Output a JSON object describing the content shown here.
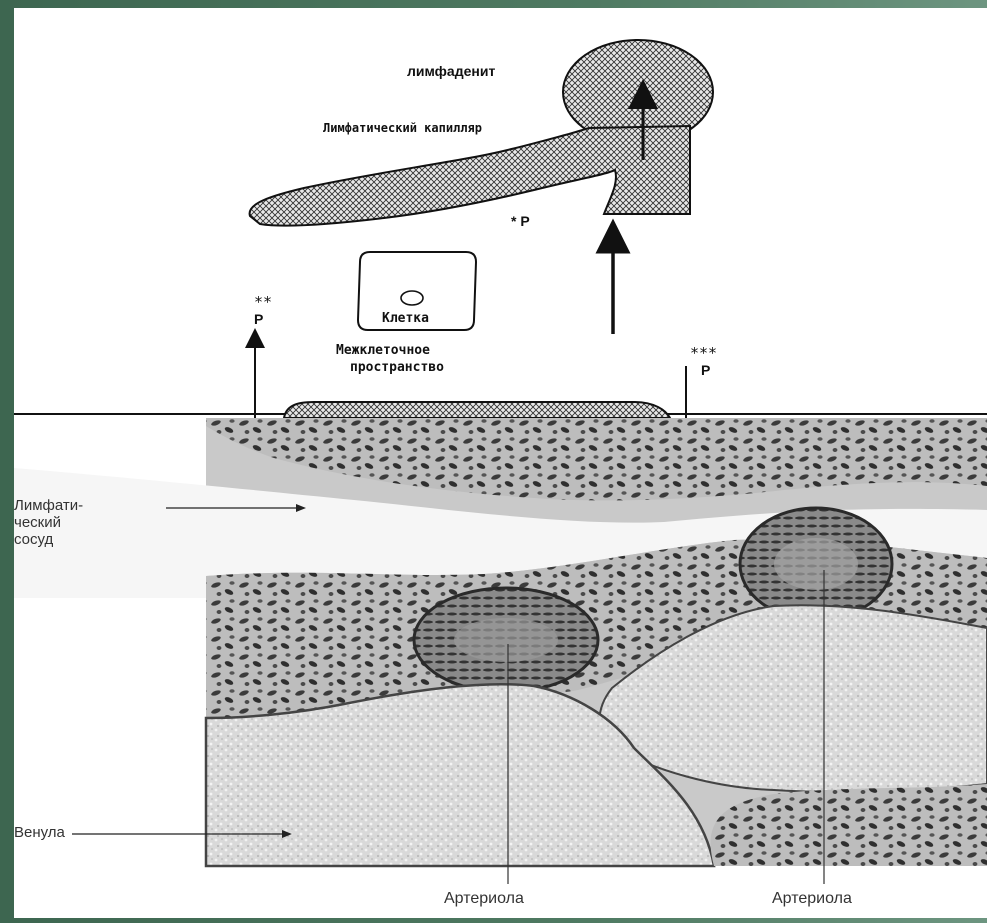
{
  "diagram": {
    "lymphadenitis_label": "лимфаденит",
    "lymph_capillary_label": "Лимфатический капилляр",
    "p_star_label": "* P",
    "p_double_star_label": "**",
    "p_double_letter": "P",
    "p_triple_star_label": "***",
    "p_triple_letter": "P",
    "cell_label": "Клетка",
    "interstitial_line1": "Межклеточное",
    "interstitial_line2": "пространство"
  },
  "micrograph": {
    "lymph_vessel_line1": "Лимфати-",
    "lymph_vessel_line2": "ческий",
    "lymph_vessel_line3": "сосуд",
    "venule_label": "Венула",
    "arteriole_left_label": "Артериола",
    "arteriole_right_label": "Артериола"
  }
}
